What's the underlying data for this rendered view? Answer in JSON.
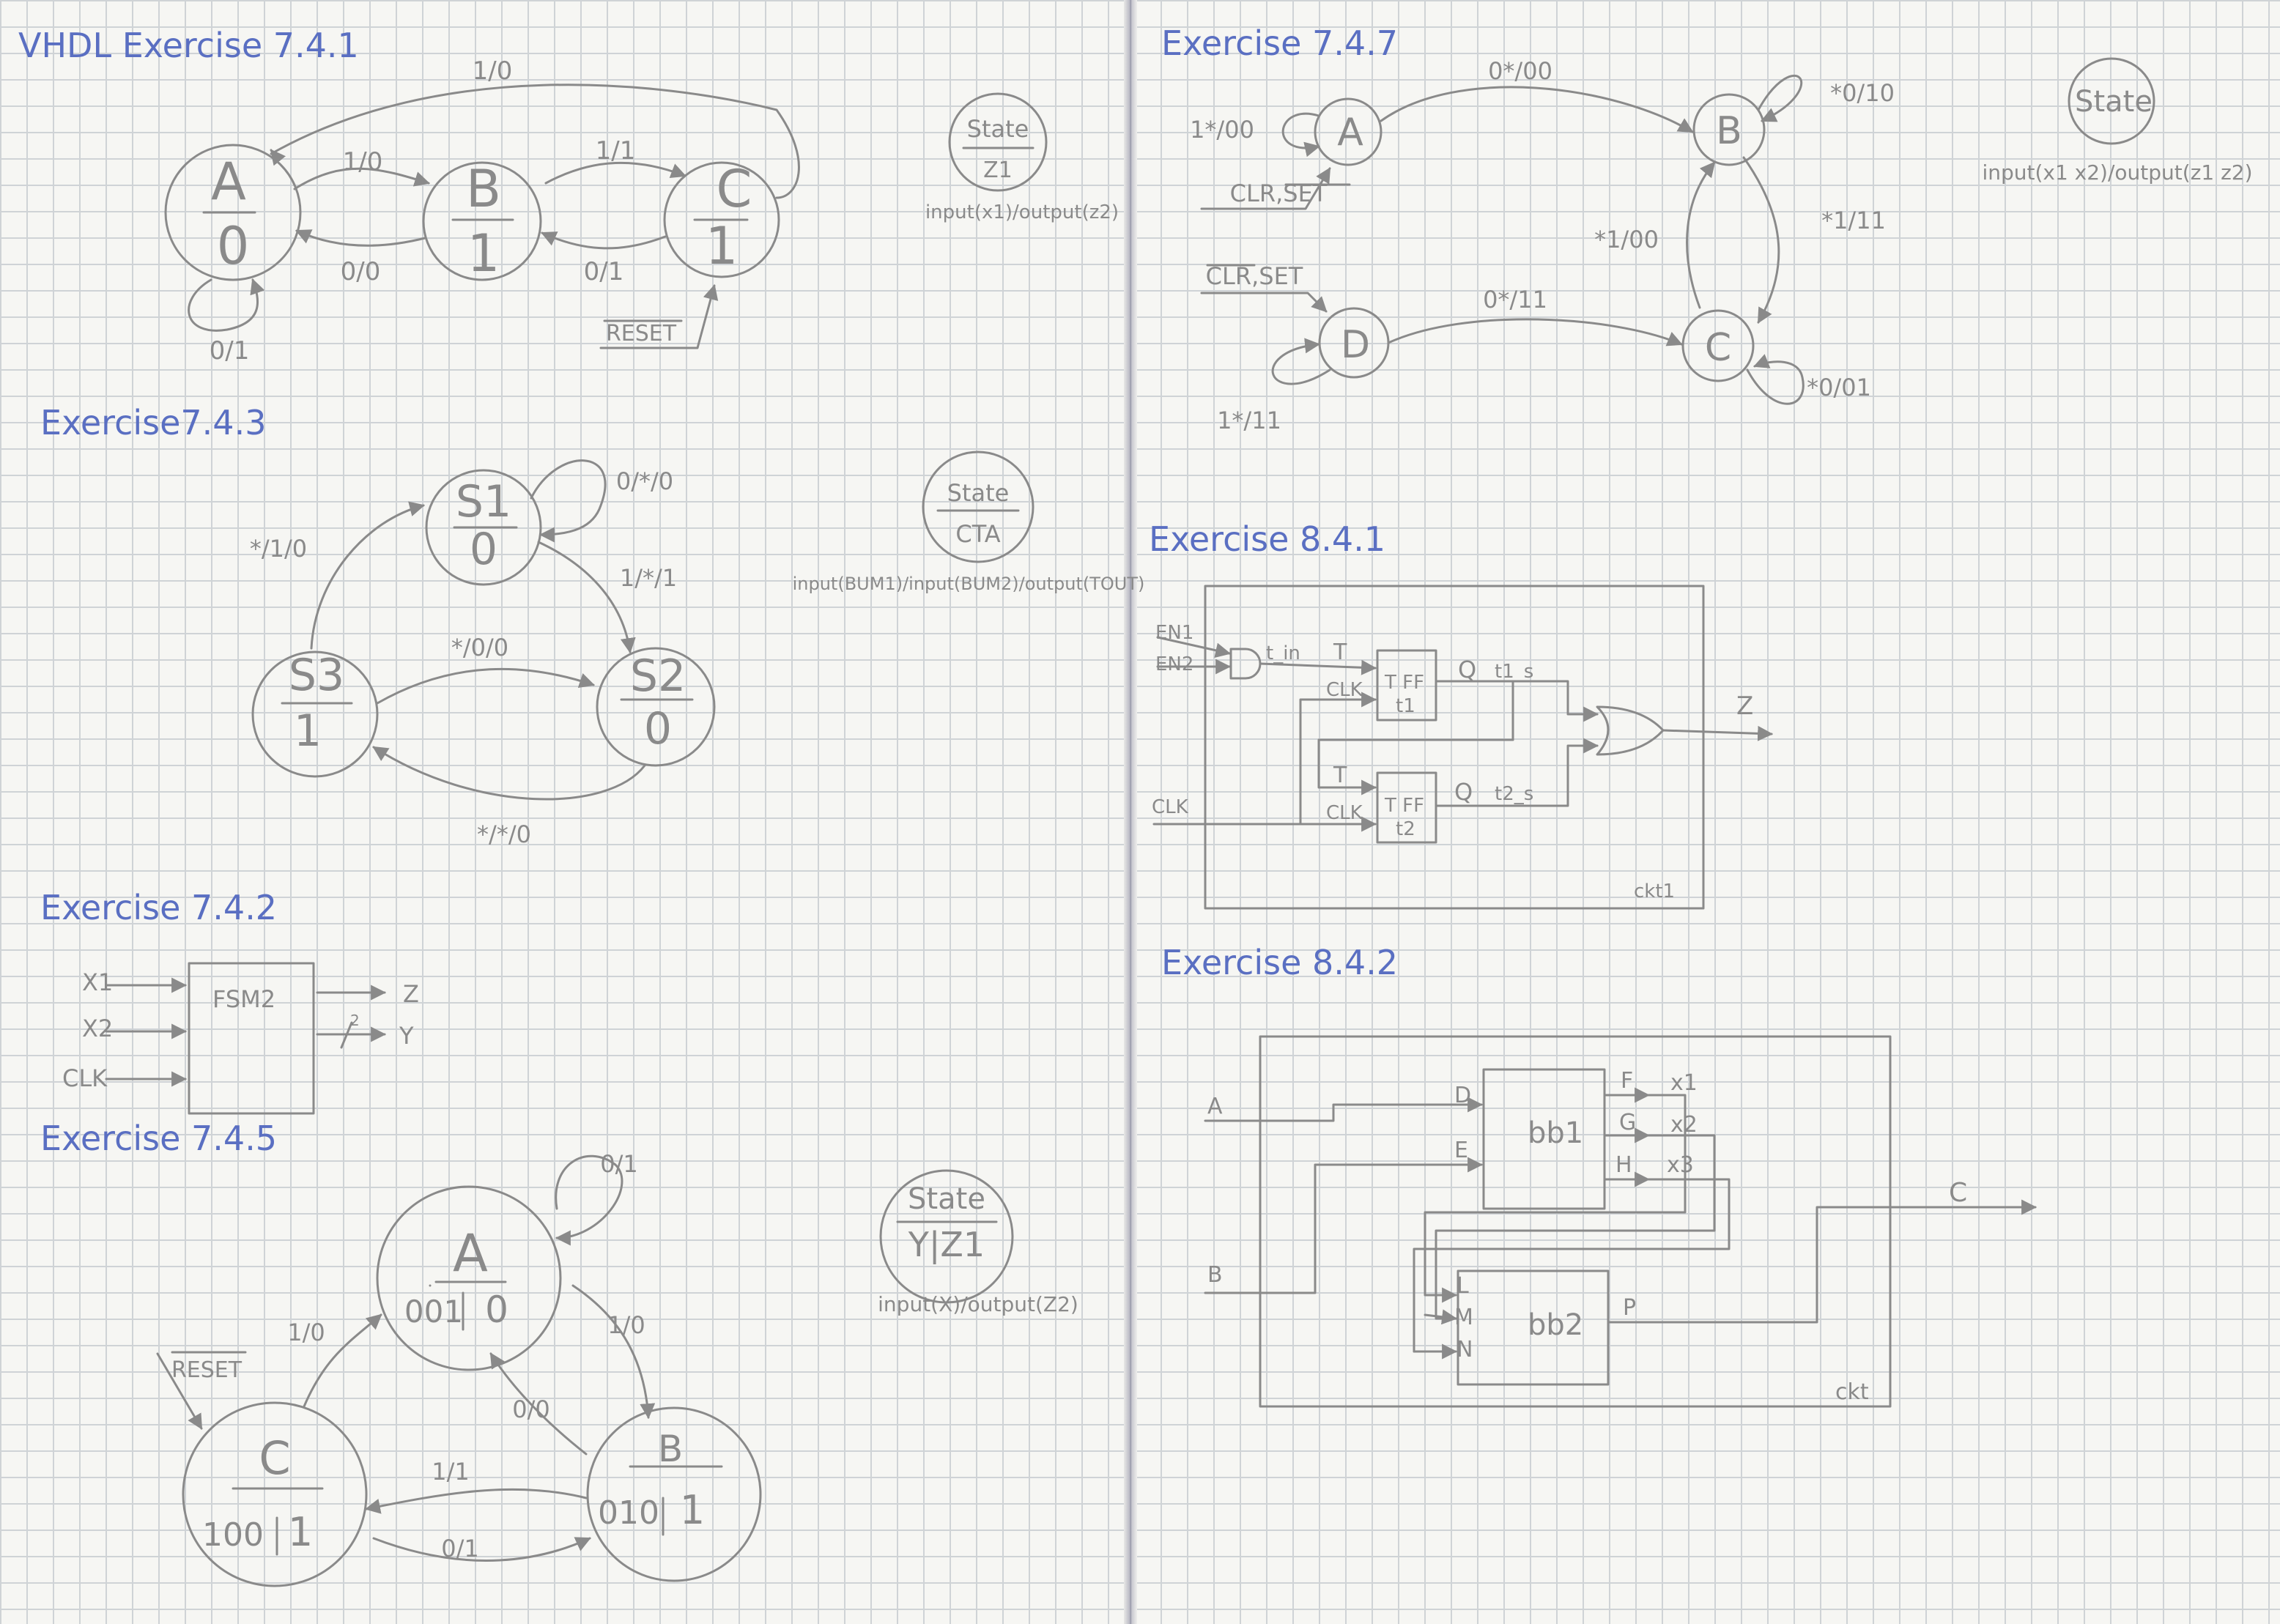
{
  "colors": {
    "ink": "#8a8a8a",
    "blue": "#5a6fc2",
    "paper": "#f6f6f3"
  },
  "headings": {
    "ex741": "VHDL  Exercise  7.4.1",
    "ex743": "Exercise7.4.3",
    "ex742": "Exercise  7.4.2",
    "ex745": "Exercise  7.4.5",
    "ex747": "Exercise  7.4.7",
    "ex841": "Exercise  8.4.1",
    "ex842": "Exercise  8.4.2"
  },
  "ex741": {
    "states": [
      {
        "name": "A",
        "out": "0"
      },
      {
        "name": "B",
        "out": "1"
      },
      {
        "name": "C",
        "out": "1"
      }
    ],
    "transitions": [
      "1/0",
      "1/0",
      "1/1",
      "0/0",
      "0/1",
      "0/1"
    ],
    "reset": "RESET",
    "legend": {
      "top": "State",
      "bottom": "Z1",
      "caption": "input(x1)/output(z2)"
    }
  },
  "ex743": {
    "states": [
      {
        "name": "S1",
        "out": "0"
      },
      {
        "name": "S3",
        "out": "1"
      },
      {
        "name": "S2",
        "out": "0"
      }
    ],
    "transitions": [
      "0/*/0",
      "*/1/0",
      "1/*/1",
      "*/0/0",
      "*/*/0"
    ],
    "legend": {
      "top": "State",
      "bottom": "CTA",
      "caption": "input(BUM1)/input(BUM2)/output(TOUT)"
    }
  },
  "ex742": {
    "block": "FSM2",
    "inputs": [
      "X1",
      "X2",
      "CLK"
    ],
    "outputs": [
      "Z",
      "Y"
    ],
    "bus_width": "2"
  },
  "ex745": {
    "states": [
      {
        "name": "A",
        "code": "001",
        "out": "0"
      },
      {
        "name": "C",
        "code": "100",
        "out": "1"
      },
      {
        "name": "B",
        "code": "010",
        "out": "1"
      }
    ],
    "transitions": [
      "0/1",
      "1/0",
      "1/0",
      "0/0",
      "1/1",
      "0/1"
    ],
    "reset": "RESET",
    "legend": {
      "top": "State",
      "bottom": "Y|Z1",
      "caption": "input(X)/output(Z2)"
    }
  },
  "ex747": {
    "states": [
      "A",
      "B",
      "C",
      "D"
    ],
    "transitions": [
      "1*/00",
      "0*/00",
      "*0/10",
      "*1/00",
      "*1/11",
      "0*/11",
      "*0/01",
      "1*/11"
    ],
    "set_label": "CLR,SET",
    "set_label_2": "CLR,SET",
    "legend": {
      "top": "State",
      "caption": "input(x1 x2)/output(z1 z2)"
    }
  },
  "ex841": {
    "inputs": [
      "EN1",
      "EN2",
      "CLK"
    ],
    "and_out": "t_in",
    "ff1": {
      "t": "T",
      "clk": "CLK",
      "name": "T FF",
      "sub": "t1",
      "q": "Q",
      "wire": "t1_s"
    },
    "ff2": {
      "t": "T",
      "clk": "CLK",
      "name": "T FF",
      "sub": "t2",
      "q": "Q",
      "wire": "t2_s"
    },
    "output": "Z",
    "box": "ckt1"
  },
  "ex842": {
    "inputs": [
      "A",
      "B"
    ],
    "bb1": {
      "name": "bb1",
      "in": [
        "D",
        "E"
      ],
      "out": [
        "F",
        "G",
        "H"
      ]
    },
    "wires": [
      "x1",
      "x2",
      "x3"
    ],
    "bb2": {
      "name": "bb2",
      "in": [
        "L",
        "M",
        "N"
      ],
      "out": [
        "P"
      ]
    },
    "output": "C",
    "box": "ckt"
  }
}
